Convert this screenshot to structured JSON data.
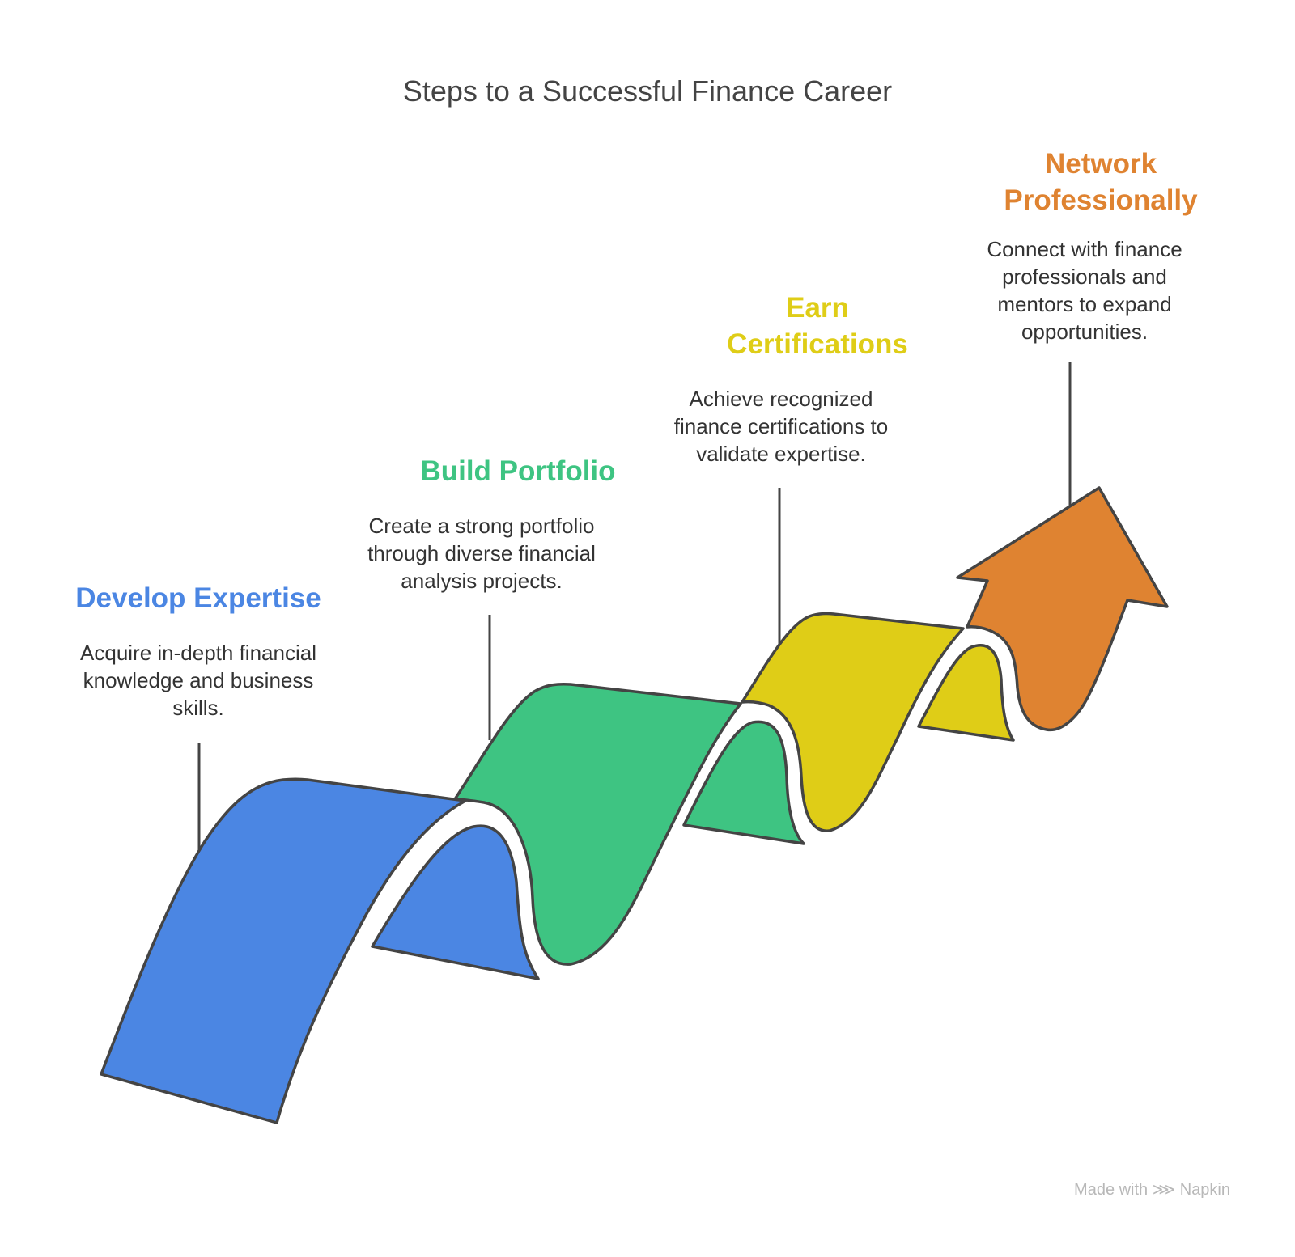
{
  "title": "Steps to a Successful Finance Career",
  "steps": [
    {
      "heading": "Develop Expertise",
      "description": "Acquire in-depth financial knowledge and business skills.",
      "color": "#4b86e3"
    },
    {
      "heading": "Build Portfolio",
      "description": "Create a strong portfolio through diverse financial analysis projects.",
      "color": "#3ec482"
    },
    {
      "heading": "Earn Certifications",
      "description": "Achieve recognized finance certifications to validate expertise.",
      "color": "#dfcd17"
    },
    {
      "heading": "Network Professionally",
      "description": "Connect with finance professionals and mentors to expand opportunities.",
      "color": "#df8331"
    }
  ],
  "watermark": "Made with ⋙ Napkin"
}
